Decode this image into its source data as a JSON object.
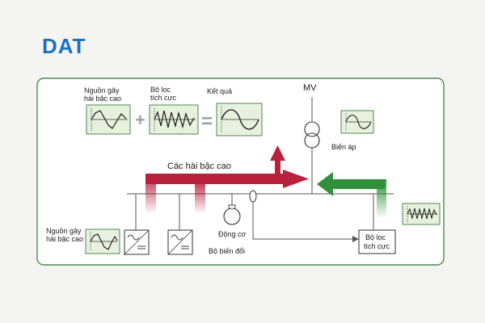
{
  "logo": {
    "text": "DAT",
    "color": "#1e6fc0"
  },
  "labels": {
    "source_top": [
      "Nguồn gây",
      "hài bậc cao"
    ],
    "filter_top": [
      "Bộ lọc",
      "tích cực"
    ],
    "result": "Kết quả",
    "mv": "MV",
    "transformer": "Biến áp",
    "harmonics": "Các hài bậc cao",
    "source_bottom": [
      "Nguồn gây",
      "hài bậc cao"
    ],
    "motor": "Động cơ",
    "converter": "Bộ biến đổi",
    "filter_bottom": [
      "Bộ lọc",
      "tích cực"
    ],
    "plus": "+",
    "equals": "="
  },
  "colors": {
    "frame": "#4e8a4e",
    "panel": "#e7f1de",
    "harmonic_arrow": "#b8213b",
    "compensation_arrow": "#2f8f3a",
    "operator": "#9aa3a6",
    "line": "#555555"
  },
  "icons": {
    "panel_icon": "waveform-panel-icon",
    "converter_icon": "ac-dc-converter-icon",
    "transformer_icon": "transformer-icon",
    "motor_icon": "motor-icon",
    "ct_icon": "current-sensor-icon"
  }
}
